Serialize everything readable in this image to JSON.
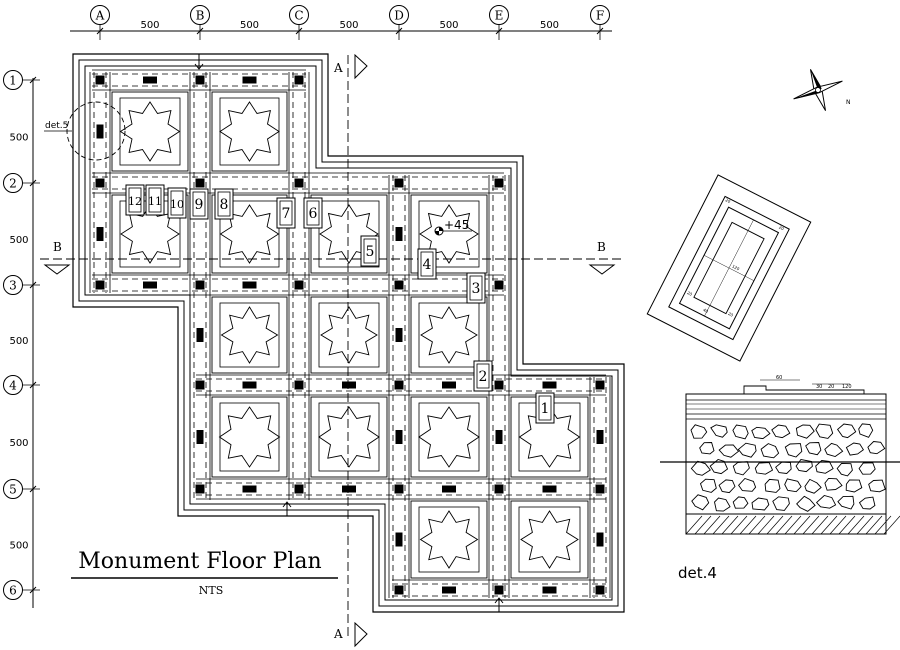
{
  "title": "Monument Floor Plan",
  "scale_note": "NTS",
  "detail_label": "det.4",
  "detail_callout": "det.5",
  "elevation_mark": "+45",
  "grid_cols": [
    "A",
    "B",
    "C",
    "D",
    "E",
    "F"
  ],
  "grid_rows": [
    "1",
    "2",
    "3",
    "4",
    "5",
    "6"
  ],
  "col_spacing": [
    "500",
    "500",
    "500",
    "500",
    "500"
  ],
  "row_spacing": [
    "500",
    "500",
    "500",
    "500",
    "500"
  ],
  "section_marks": {
    "a": "A",
    "b": "B"
  },
  "tablets": [
    "1",
    "2",
    "3",
    "4",
    "5",
    "6",
    "7",
    "8",
    "9",
    "10",
    "11",
    "12"
  ],
  "detail_dims": [
    "60",
    "30",
    "20",
    "120",
    "20",
    "40",
    "20",
    "20"
  ]
}
